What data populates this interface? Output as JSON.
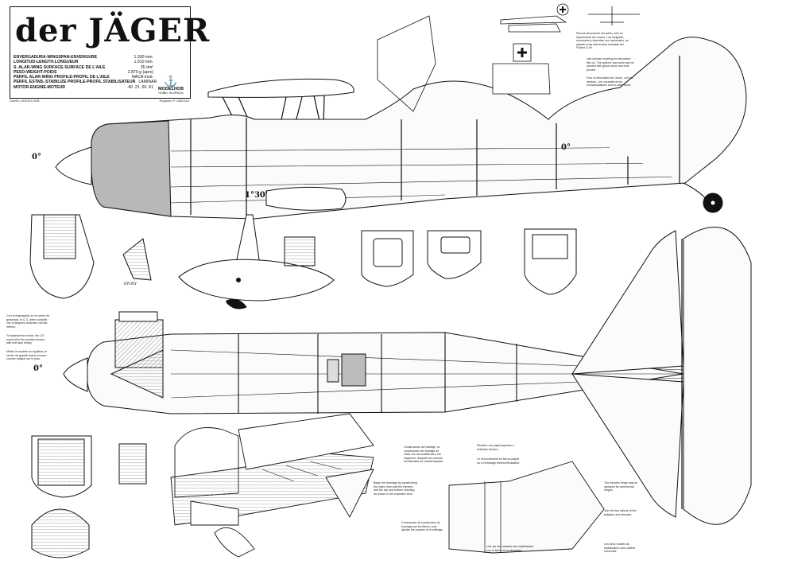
{
  "title": "der JÄGER",
  "specs": [
    {
      "label": "ENVERGADURA-WINGSPAN-ENVERGURE",
      "value": "1.300 mm."
    },
    {
      "label": "LONGITUD-LENGTH-LONGUEUR",
      "value": "1.010 mm."
    },
    {
      "label": "S. ALAR-WING SURFACE-SURFACE DE L'AILE",
      "value": "35 dm²"
    },
    {
      "label": "PESO-WEIGHT-POIDS",
      "value": "2.870 g (aprx)"
    },
    {
      "label": "PERFIL ALAR-WING PROFILE-PROFIL DE L'AILE",
      "value": "NACA mod."
    },
    {
      "label": "PERFIL ESTAB.-STABILIZE PROFILE-PROFIL STABILISATEUR",
      "value": "LAMINAR"
    },
    {
      "label": "MOTOR-ENGINE-MOTEUR",
      "value": ".40 .21 .60 .61"
    }
  ],
  "brand": {
    "name": "MODELHOB",
    "tagline": "HOBBY IN DESIGN"
  },
  "credits": {
    "left": "Diseño: MODELHOB",
    "right": "Registro nº: 4802440"
  },
  "labels": {
    "zero_front": "0°",
    "zero_tail": "0°",
    "zero_bottom": "0°",
    "incidence": "1°30'",
    "epoxy": "EPOXY"
  },
  "notes": {
    "top_right_1": "Para la decoración del avión, sólo se representan las cruces. Las insignias, numerales y leyendas son opcionales, se ajustan a las referencias tomadas del Fokker D.VII.",
    "top_right_2": "Use cellular covering for decorated film on. The spinner and cowl may be painted with gloss colour and fuel-proofer.",
    "top_right_3": "Pour la décoration de l'avion, voir les dessins. Les cocardes et les immatriculations sont à votre choix.",
    "left_1": "Con el engrasador en el centro de gravedad, el C.G. debe coincidir con el larguero delantero del ala inferior.",
    "left_2": "To balance the model, the CG must fall in the position shown with fuel tank empty.",
    "left_3": "Mettre le modèle en équilibre; le centre de gravité doit se trouver comme indiqué sur le plan.",
    "mid_1": "Construcción del fuselaje: la construcción del fuselaje se inicia con las cuadernas y los largueros; después se colocan los laterales de contrachapado.",
    "mid_2": "Begin the fuselage by constructing the sides, then add the formers and the top and bottom sheeting as shown in the exploded view.",
    "mid_3": "Commencer la construction du fuselage par les flancs, puis ajouter les couples et le coffrage.",
    "bot_1": "Unir las dos mitades del estabilizador con el timón de profundidad.",
    "bot_2": "Join the two halves of the tailplane and elevator.",
    "bot_3": "Les deux moitiés du stabilisateur sont collées ensemble.",
    "rt_1": "The wooden hinge may be replaced by commercial hinges.",
    "rt_2": "Recubrir con papel japonés o entelado térmico.",
    "rt_3": "Le recouvrement se fait au papier ou à l'entoilage thermorétractable."
  },
  "colors": {
    "ink": "#111111",
    "cowl": "#b8b8b8",
    "paper": "#ffffff"
  }
}
